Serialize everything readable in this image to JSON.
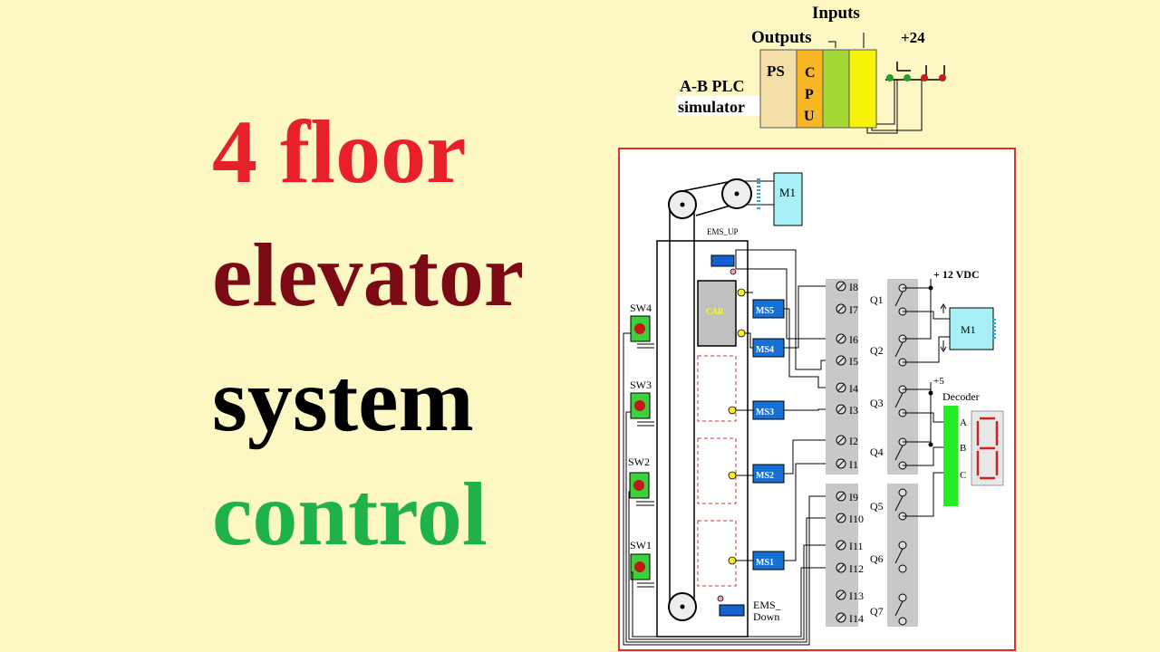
{
  "title": {
    "line1": "4 floor",
    "line2": "elevator",
    "line3": "system",
    "line4": "control"
  },
  "colors": {
    "background": "#fdf8c3",
    "line1": "#e8202a",
    "line2": "#7b0a14",
    "line3": "#000000",
    "line4": "#1fb14a",
    "frame": "#e03030",
    "panel": "#ffffff",
    "sensor": "#1770d6",
    "decoder": "#22ee22",
    "motor": "#a7f0f7",
    "display": "#e02020"
  },
  "plc": {
    "label_line1": "A-B PLC",
    "label_line2": "simulator",
    "outputs": "Outputs",
    "inputs": "Inputs",
    "supply": "+24",
    "ps": "PS",
    "cpu_c": "C",
    "cpu_p": "P",
    "cpu_u": "U"
  },
  "elevator": {
    "motor": "M1",
    "ems_up": "EMS_UP",
    "ems_down_line1": "EMS_",
    "ems_down_line2": "Down",
    "car": "CAR",
    "sensors": [
      "MS5",
      "MS4",
      "MS3",
      "MS2",
      "MS1"
    ],
    "switches": [
      "SW4",
      "SW3",
      "SW2",
      "SW1"
    ]
  },
  "io": {
    "inputs_top": [
      "I8",
      "I7",
      "I6",
      "I5",
      "I4",
      "I3",
      "I2",
      "I1"
    ],
    "inputs_bottom": [
      "I9",
      "I10",
      "I11",
      "I12",
      "I13",
      "I14"
    ],
    "outputs": [
      "Q1",
      "Q2",
      "Q3",
      "Q4",
      "Q5",
      "Q6",
      "Q7"
    ],
    "supply_12": "+ 12 VDC",
    "supply_5": "+5",
    "motor": "M1",
    "decoder": "Decoder",
    "decoder_inputs": [
      "A",
      "B",
      "C"
    ]
  }
}
